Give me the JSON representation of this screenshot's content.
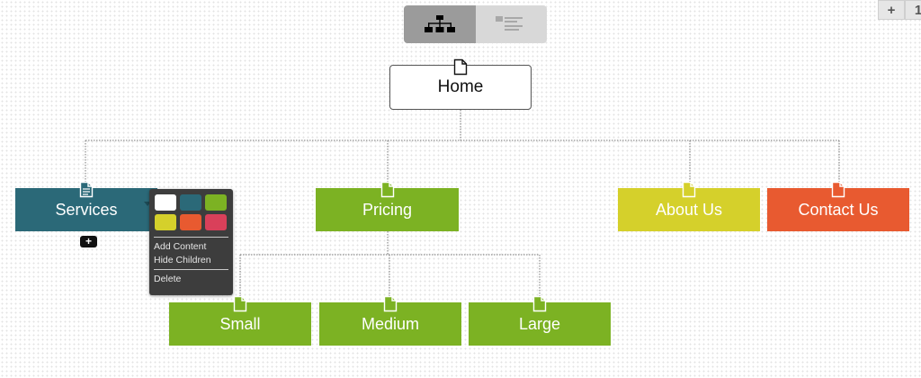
{
  "toolbar": {
    "views": [
      {
        "icon": "sitemap-tree-icon",
        "active": true
      },
      {
        "icon": "outline-list-icon",
        "active": false
      }
    ],
    "zoom_in_label": "+",
    "zoom_out_label": "1"
  },
  "sitemap": {
    "root": {
      "label": "Home",
      "icon": "page-icon"
    },
    "sections": [
      {
        "label": "Services",
        "color": "#2b6978",
        "icon": "page-content-icon"
      },
      {
        "label": "Pricing",
        "color": "#7cb223",
        "icon": "page-icon"
      },
      {
        "label": "About Us",
        "color": "#d5d02b",
        "icon": "page-icon"
      },
      {
        "label": "Contact Us",
        "color": "#e85a30",
        "icon": "page-icon"
      }
    ],
    "pricing_children": [
      {
        "label": "Small",
        "color": "#7cb223",
        "icon": "page-icon"
      },
      {
        "label": "Medium",
        "color": "#7cb223",
        "icon": "page-icon"
      },
      {
        "label": "Large",
        "color": "#7cb223",
        "icon": "page-icon"
      }
    ],
    "add_child_label": "+"
  },
  "context_menu": {
    "swatches": [
      "#ffffff",
      "#2b6978",
      "#7cb223",
      "#d5d02b",
      "#e85a30",
      "#d9405a"
    ],
    "items": [
      "Add Content",
      "Hide Children",
      "Delete"
    ]
  }
}
